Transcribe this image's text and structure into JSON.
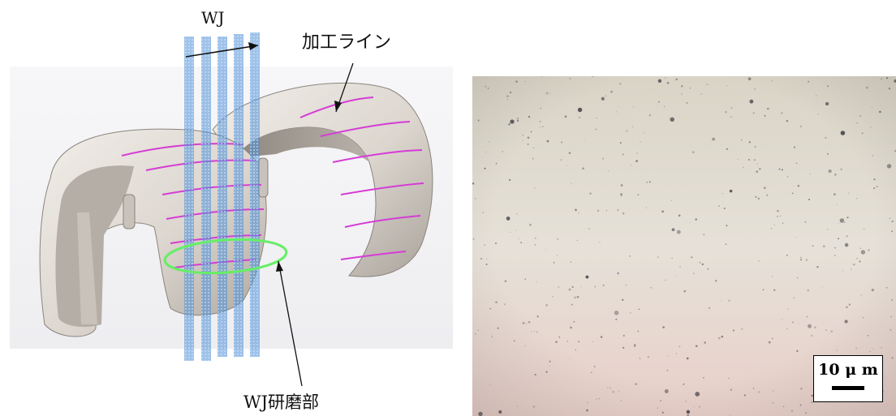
{
  "left_figure": {
    "labels": {
      "wj": "WJ",
      "processing_line": "加工ライン",
      "wj_polished_part": "WJ研磨部"
    },
    "colors": {
      "component": "#dcd6cf",
      "processing_lines": "#d63cd6",
      "wj_beams": "#4f8fd6",
      "polished_region": "#66ee66"
    }
  },
  "right_figure": {
    "scale_bar_label": "10 μ m"
  }
}
